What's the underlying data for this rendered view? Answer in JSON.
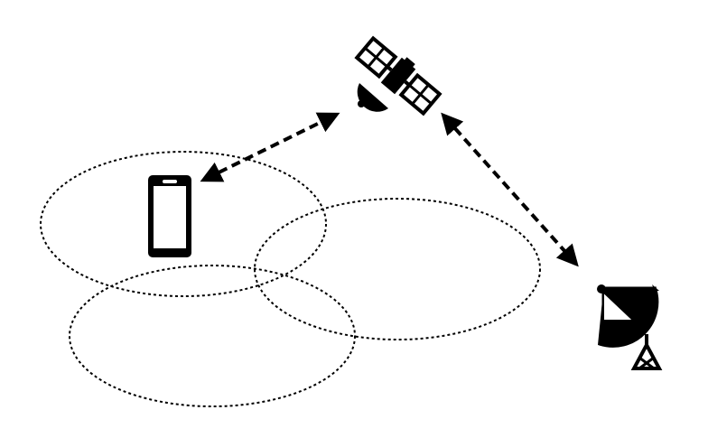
{
  "diagram": {
    "ink_color": "#000000",
    "background_color": "#ffffff",
    "nodes": [
      {
        "id": "satellite",
        "icon": "satellite-icon"
      },
      {
        "id": "phone",
        "icon": "smartphone-icon"
      },
      {
        "id": "ground_station",
        "icon": "satellite-dish-icon"
      }
    ],
    "coverage_areas": [
      {
        "id": "cell-1",
        "style": "dotted"
      },
      {
        "id": "cell-2",
        "style": "dotted"
      },
      {
        "id": "cell-3",
        "style": "dotted"
      }
    ],
    "links": [
      {
        "from": "phone",
        "to": "satellite",
        "style": "dashed",
        "direction": "bidirectional"
      },
      {
        "from": "satellite",
        "to": "ground_station",
        "style": "dashed",
        "direction": "bidirectional"
      }
    ]
  }
}
